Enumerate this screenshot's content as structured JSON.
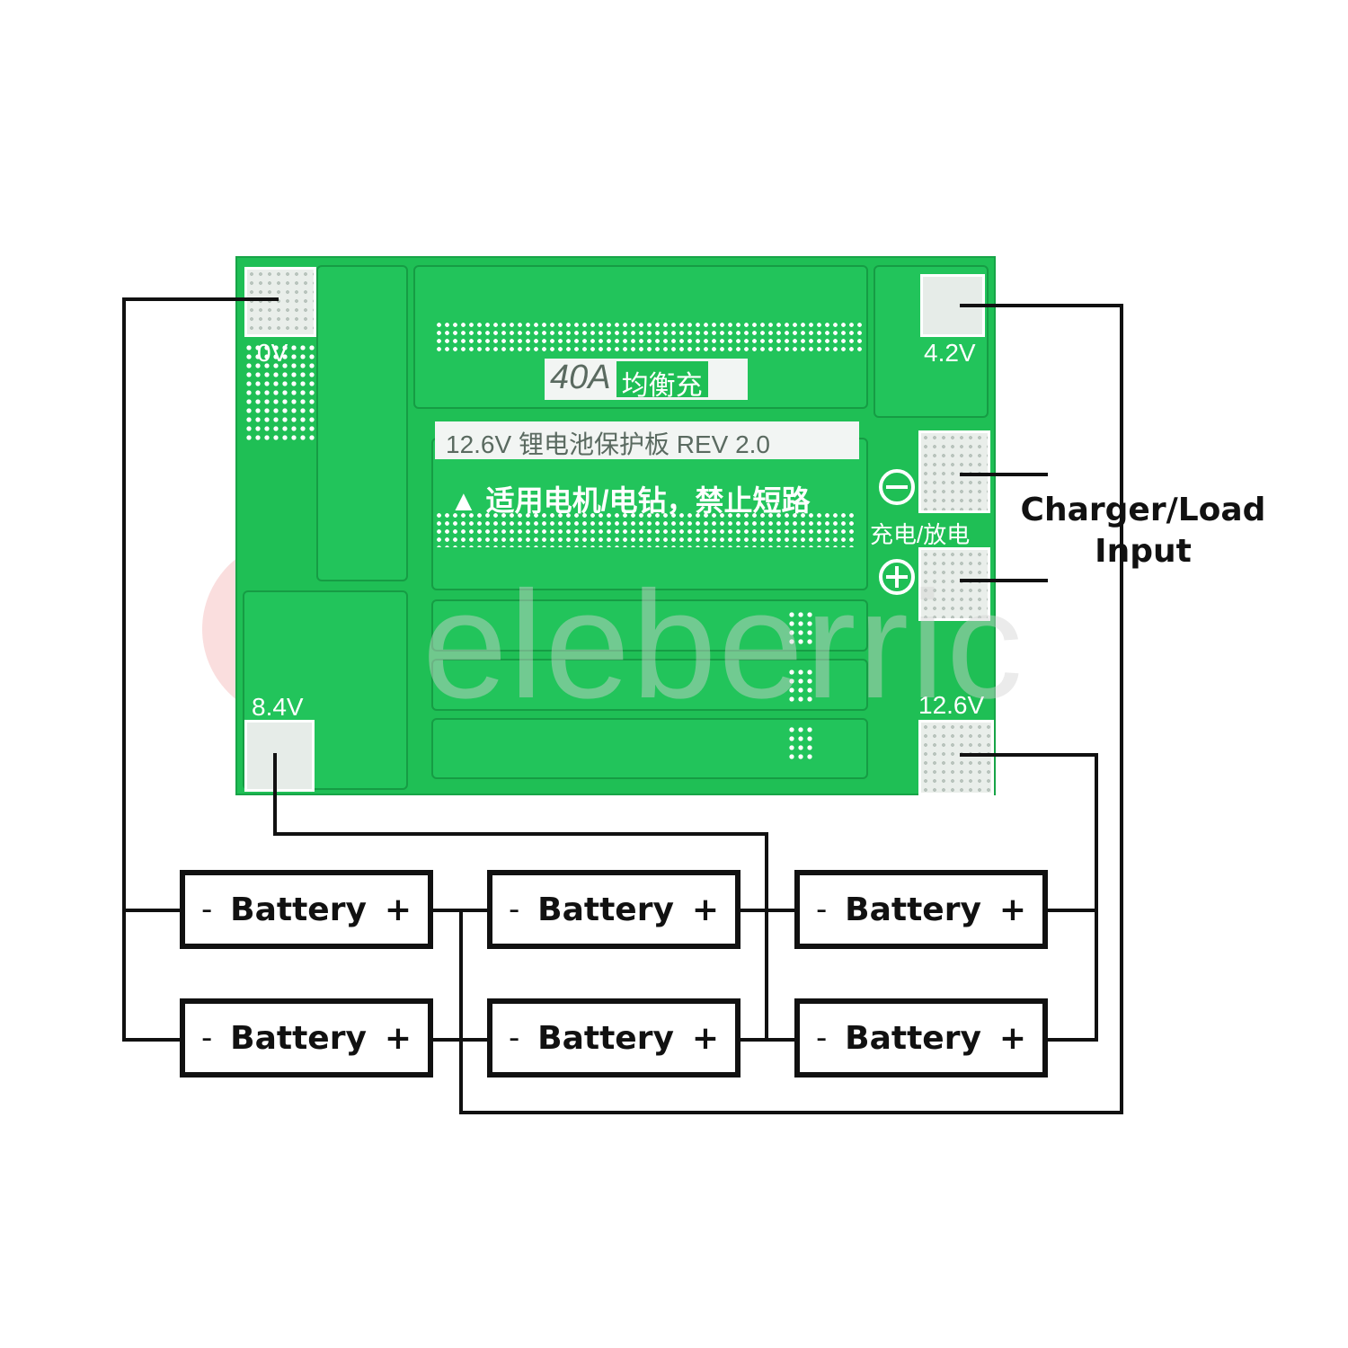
{
  "board": {
    "labels": {
      "v0": "0V",
      "v42": "4.2V",
      "v84": "8.4V",
      "v126": "12.6V",
      "current": "40A",
      "balance": "均衡充",
      "model": "12.6V 锂电池保护板 REV 2.0",
      "warning": "适用电机/电钻，禁止短路",
      "charge_discharge": "充电/放电"
    }
  },
  "watermark": "eleberric",
  "io_label": {
    "line1": "Charger/Load",
    "line2": "Input"
  },
  "battery": {
    "minus": "-",
    "label": "Battery",
    "plus": "+"
  },
  "colors": {
    "pcb": "#1fbf55",
    "wire": "#111111",
    "pad": "#e9eeea"
  }
}
